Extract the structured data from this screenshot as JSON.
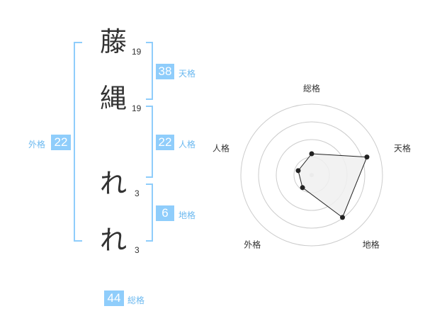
{
  "name_chars": [
    {
      "char": "藤",
      "strokes": "19"
    },
    {
      "char": "縄",
      "strokes": "19"
    },
    {
      "char": "れ",
      "strokes": "3"
    },
    {
      "char": "れ",
      "strokes": "3"
    }
  ],
  "kaku": {
    "tenkaku": {
      "value": "38",
      "label": "天格"
    },
    "jinkaku": {
      "value": "22",
      "label": "人格"
    },
    "chikaku": {
      "value": "6",
      "label": "地格"
    },
    "gaikaku": {
      "value": "22",
      "label": "外格"
    },
    "soukaku": {
      "value": "44",
      "label": "総格"
    }
  },
  "chart_data": {
    "type": "radar",
    "axes": [
      "総格",
      "天格",
      "地格",
      "外格",
      "人格"
    ],
    "values": [
      0.3,
      0.82,
      0.74,
      0.22,
      0.2
    ],
    "rings": 4,
    "colors": {
      "grid": "#cccccc",
      "fill": "#f0f0f0",
      "line": "#222222",
      "accent": "#8fcdfb"
    }
  }
}
